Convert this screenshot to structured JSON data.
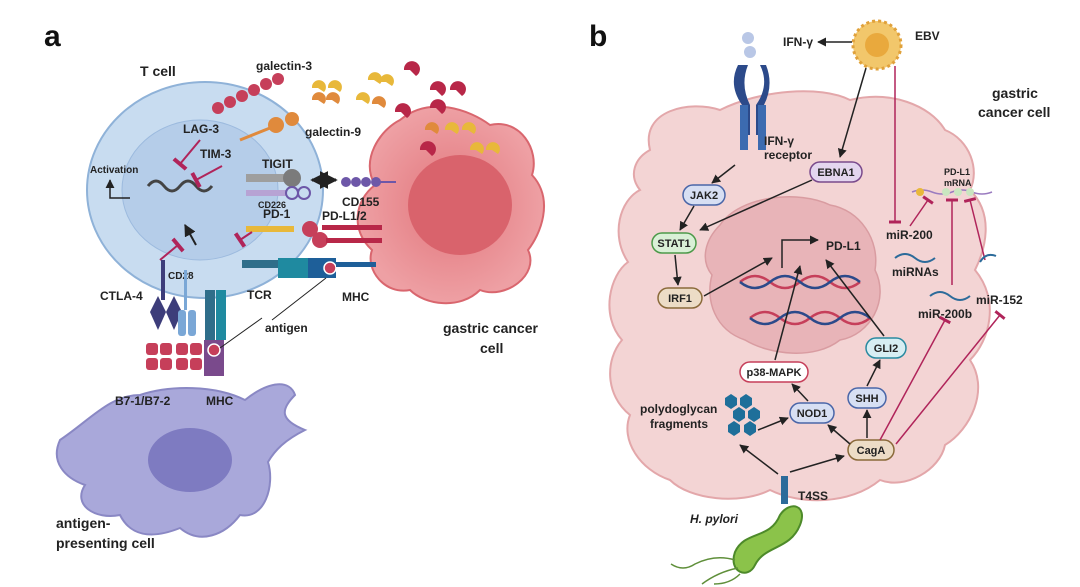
{
  "panels": {
    "a": "a",
    "b": "b"
  },
  "panel_a": {
    "t_cell": "T cell",
    "galectin3": "galectin-3",
    "galectin9": "galectin-9",
    "lag3": "LAG-3",
    "tim3": "TIM-3",
    "activation": "Activation",
    "tigit": "TIGIT",
    "cd226": "CD226",
    "cd155": "CD155",
    "pd1": "PD-1",
    "pdl12": "PD-L1/2",
    "cd28": "CD28",
    "ctla4": "CTLA-4",
    "tcr": "TCR",
    "mhc_right": "MHC",
    "antigen": "antigen",
    "b7": "B7-1/B7-2",
    "mhc_bottom": "MHC",
    "apc_line1": "antigen-",
    "apc_line2": "presenting cell",
    "gc_line1": "gastric cancer",
    "gc_line2": "cell"
  },
  "panel_b": {
    "ifng": "IFN-γ",
    "ebv": "EBV",
    "gc_line1": "gastric",
    "gc_line2": "cancer cell",
    "ifng_rec_line1": "IFN-γ",
    "ifng_rec_line2": "receptor",
    "pdl1_mrna_line1": "PD-L1",
    "pdl1_mrna_line2": "mRNA",
    "ebna1": "EBNA1",
    "jak2": "JAK2",
    "stat1": "STAT1",
    "irf1": "IRF1",
    "pdl1": "PD-L1",
    "mir200": "miR-200",
    "mirnas": "miRNAs",
    "mir200b": "miR-200b",
    "mir152": "miR-152",
    "p38": "p38-MAPK",
    "gli2": "GLI2",
    "poly_line1": "polydoglycan",
    "poly_line2": "fragments",
    "nod1": "NOD1",
    "shh": "SHH",
    "caga": "CagA",
    "t4ss": "T4SS",
    "hpylori": "H. pylori"
  }
}
